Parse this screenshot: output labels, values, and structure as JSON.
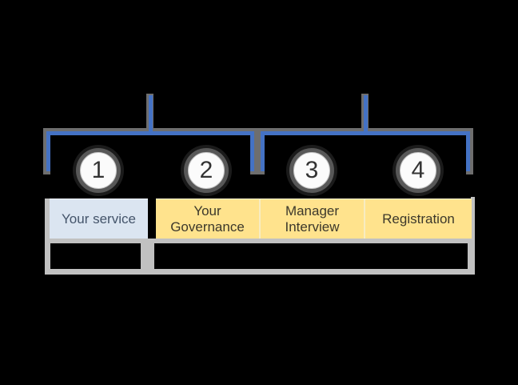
{
  "diagram": {
    "steps": [
      {
        "number": "1",
        "label": "Your service",
        "fill": "#DBE5F1"
      },
      {
        "number": "2",
        "label": "Your Governance",
        "fill": "#FFE38D"
      },
      {
        "number": "3",
        "label": "Manager Interview",
        "fill": "#FFE38D"
      },
      {
        "number": "4",
        "label": "Registration",
        "fill": "#FFE38D"
      }
    ],
    "groups": [
      {
        "id": "bracket-1",
        "step_numbers": [
          "1",
          "2"
        ]
      },
      {
        "id": "bracket-2",
        "step_numbers": [
          "3",
          "4"
        ]
      }
    ],
    "colors": {
      "background": "#000000",
      "bracket_blue": "#4472C4",
      "bracket_shadow_gray": "#6E6E6E",
      "table_frame_gray": "#C1C1C1",
      "cell_blue_fill": "#DBE5F1",
      "cell_yellow_fill": "#FFE38D",
      "cell_blue_text": "#44546A",
      "cell_yellow_text": "#3C382B",
      "circle_fill": "#FBFBFB",
      "circle_border": "#C6C6C6",
      "number_text": "#333333"
    }
  }
}
